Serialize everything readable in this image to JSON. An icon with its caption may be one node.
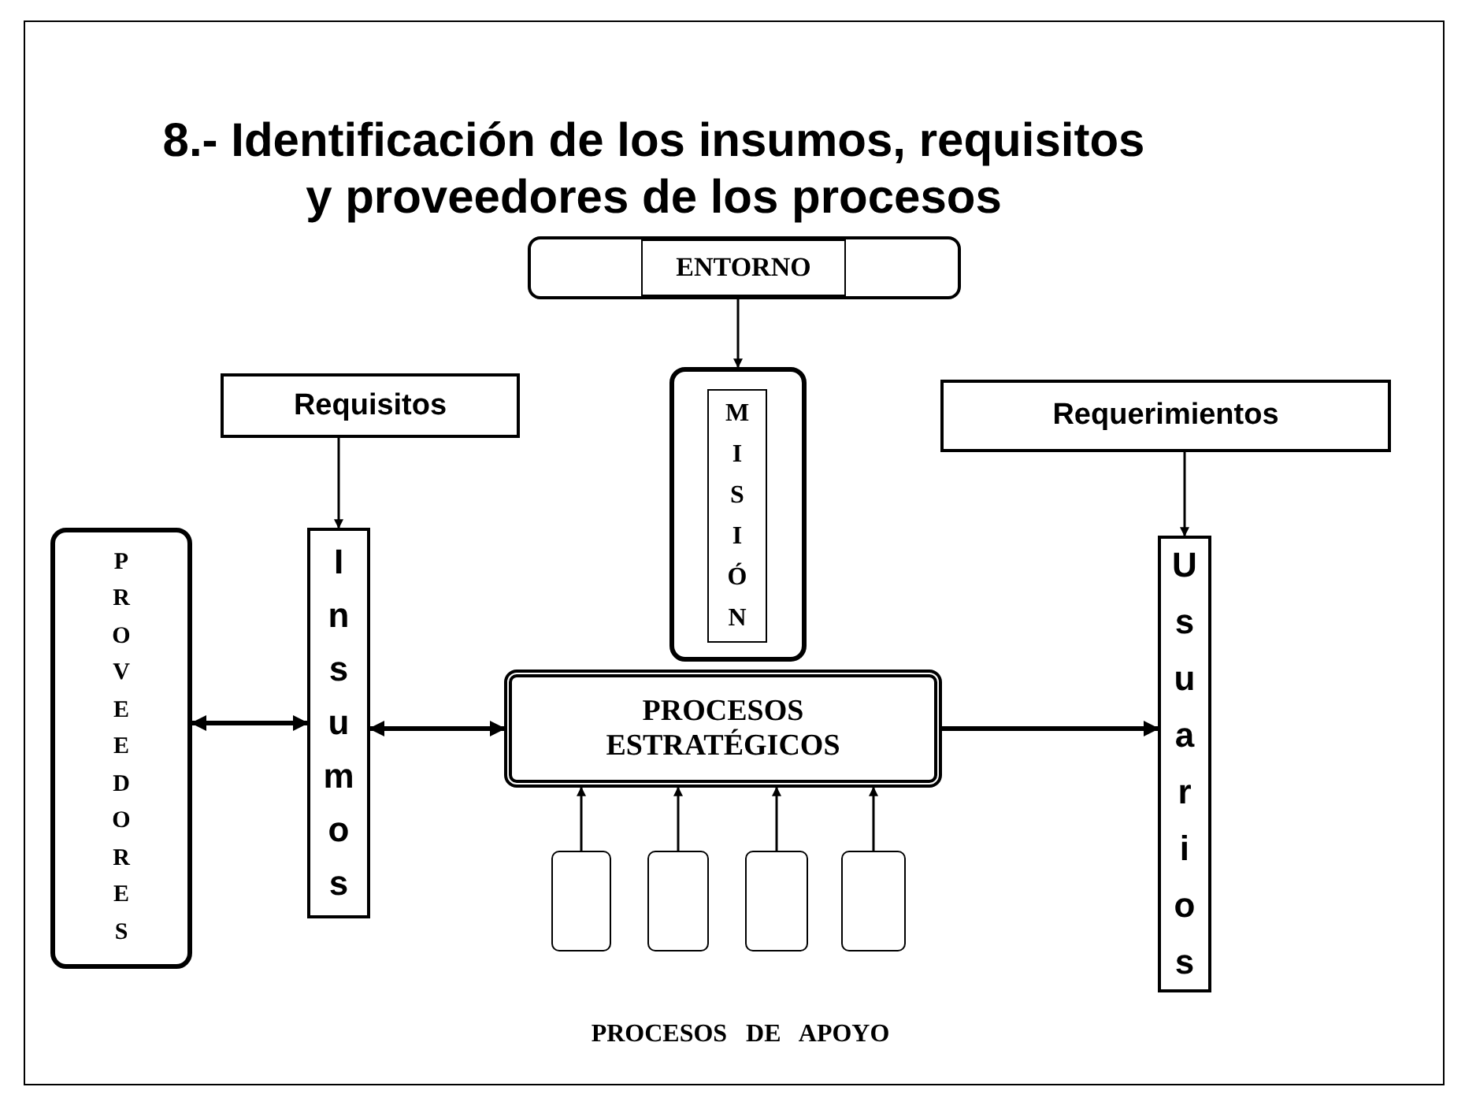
{
  "diagram": {
    "title": "8.- Identificación de los insumos, requisitos y proveedores de los procesos",
    "nodes": [
      {
        "text": [],
        "shape": "box"
      },
      {
        "text": [
          "ENTORNO"
        ],
        "in": 0
      },
      {
        "text": [
          "Requisitos"
        ]
      },
      {
        "text": [],
        "shape": "box"
      },
      {
        "text": [
          "MISIÓN"
        ],
        "in": 3
      },
      {
        "text": [
          "Requerimientos"
        ]
      },
      {
        "text": [
          "PROVEEDORES"
        ]
      },
      {
        "text": [
          "Insumos"
        ]
      },
      {
        "text": [
          "PROCESOS ESTRATÉGICOS"
        ]
      },
      {
        "text": [
          "Usuarios"
        ]
      },
      {
        "text": [],
        "shape": "box"
      },
      {
        "text": [],
        "shape": "box"
      },
      {
        "text": [],
        "shape": "box"
      },
      {
        "text": [],
        "shape": "box"
      }
    ],
    "edges": [
      {
        "from": 0,
        "to": 3,
        "arrow": "to"
      },
      {
        "from": 2,
        "to": 7,
        "arrow": "to"
      },
      {
        "from": 5,
        "to": 9,
        "arrow": "to"
      },
      {
        "from": 6,
        "to": 7,
        "arrow": "both",
        "style": "thick"
      },
      {
        "from": 7,
        "to": 8,
        "arrow": "both",
        "style": "thick"
      },
      {
        "from": 8,
        "to": 9,
        "arrow": "to",
        "style": "thick"
      },
      {
        "from": 10,
        "to": 8,
        "arrow": "to"
      },
      {
        "from": 11,
        "to": 8,
        "arrow": "to"
      },
      {
        "from": 12,
        "to": 8,
        "arrow": "to"
      },
      {
        "from": 13,
        "to": 8,
        "arrow": "to"
      }
    ],
    "labels": [
      "PROCESOS DE APOYO"
    ]
  }
}
